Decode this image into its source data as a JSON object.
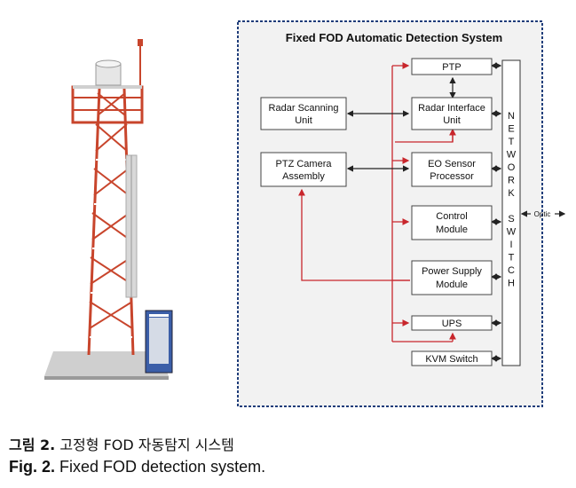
{
  "diagram": {
    "title": "Fixed FOD Automatic Detection System",
    "blocks": {
      "ptp": "PTP",
      "radar_interface_1": "Radar Interface",
      "radar_interface_2": "Unit",
      "radar_scanning_1": "Radar Scanning",
      "radar_scanning_2": "Unit",
      "ptz_1": "PTZ Camera",
      "ptz_2": "Assembly",
      "eo_1": "EO Sensor",
      "eo_2": "Processor",
      "control_1": "Control",
      "control_2": "Module",
      "power_1": "Power Supply",
      "power_2": "Module",
      "ups": "UPS",
      "kvm": "KVM Switch"
    },
    "network_switch_letters": [
      "N",
      "E",
      "T",
      "W",
      "O",
      "R",
      "K",
      "",
      "S",
      "W",
      "I",
      "T",
      "C",
      "H"
    ],
    "optic_label": "Optic",
    "colors": {
      "power_line": "#c8262c",
      "frame_border": "#1f3d7a",
      "frame_fill": "#f2f2f2"
    }
  },
  "caption": {
    "ko_prefix": "그림 2.",
    "ko_text": "고정형 FOD 자동탐지 시스템",
    "en_prefix": "Fig. 2.",
    "en_text": "Fixed FOD detection system."
  }
}
